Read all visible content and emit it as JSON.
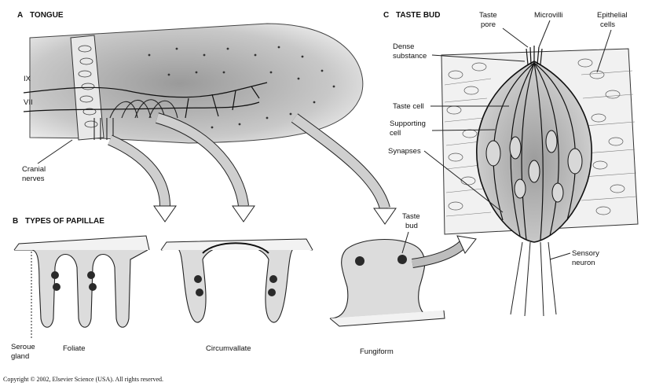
{
  "panels": {
    "a": {
      "letter": "A",
      "title": "TONGUE"
    },
    "b": {
      "letter": "B",
      "title": "TYPES OF PAPILLAE"
    },
    "c": {
      "letter": "C",
      "title": "TASTE BUD"
    }
  },
  "tongue_labels": {
    "nerve_ix": "IX",
    "nerve_vii": "VII",
    "cranial_nerves_line1": "Cranial",
    "cranial_nerves_line2": "nerves"
  },
  "papillae_labels": {
    "serous_gland_line1": "Seroue",
    "serous_gland_line2": "gland",
    "foliate": "Foliate",
    "circumvallate": "Circumvallate",
    "fungiform": "Fungiform",
    "taste_bud_line1": "Taste",
    "taste_bud_line2": "bud"
  },
  "taste_bud_labels": {
    "taste_pore_line1": "Taste",
    "taste_pore_line2": "pore",
    "microvilli": "Microvilli",
    "epithelial_line1": "Epithelial",
    "epithelial_line2": "cells",
    "dense_line1": "Dense",
    "dense_line2": "substance",
    "taste_cell": "Taste cell",
    "supporting_line1": "Supporting",
    "supporting_line2": "cell",
    "synapses": "Synapses",
    "sensory_line1": "Sensory",
    "sensory_line2": "neuron"
  },
  "copyright": "Copyright © 2002, Elsevier Science (USA).  All rights reserved.",
  "colors": {
    "shade": "#b8b8b8",
    "light": "#e4e4e4",
    "ink": "#111111",
    "dot": "#333333"
  }
}
